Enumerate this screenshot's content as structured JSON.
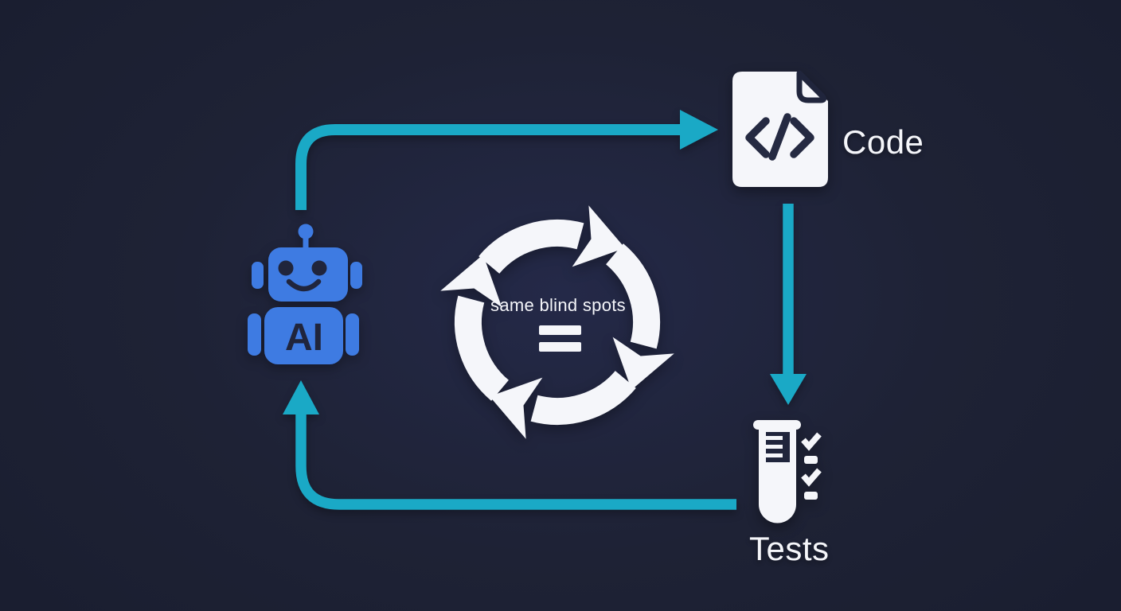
{
  "canvas": {
    "background_color": "#1e2235",
    "accent_teal": "#1aa9c6",
    "robot_blue": "#3e7be2",
    "icon_white": "#f5f6fa",
    "feature_dark": "#20253c"
  },
  "nodes": {
    "ai": {
      "label": "AI",
      "icon": "robot-icon"
    },
    "code": {
      "label": "Code",
      "icon": "code-file-icon"
    },
    "tests": {
      "label": "Tests",
      "icon": "test-tube-icon"
    }
  },
  "center": {
    "icon": "cycle-arrows-icon",
    "caption": "same blind spots",
    "equals_symbol": "="
  },
  "edges": [
    {
      "from": "ai",
      "to": "code",
      "style": "teal-arrow"
    },
    {
      "from": "code",
      "to": "tests",
      "style": "teal-arrow"
    },
    {
      "from": "tests",
      "to": "ai",
      "style": "teal-arrow"
    }
  ]
}
